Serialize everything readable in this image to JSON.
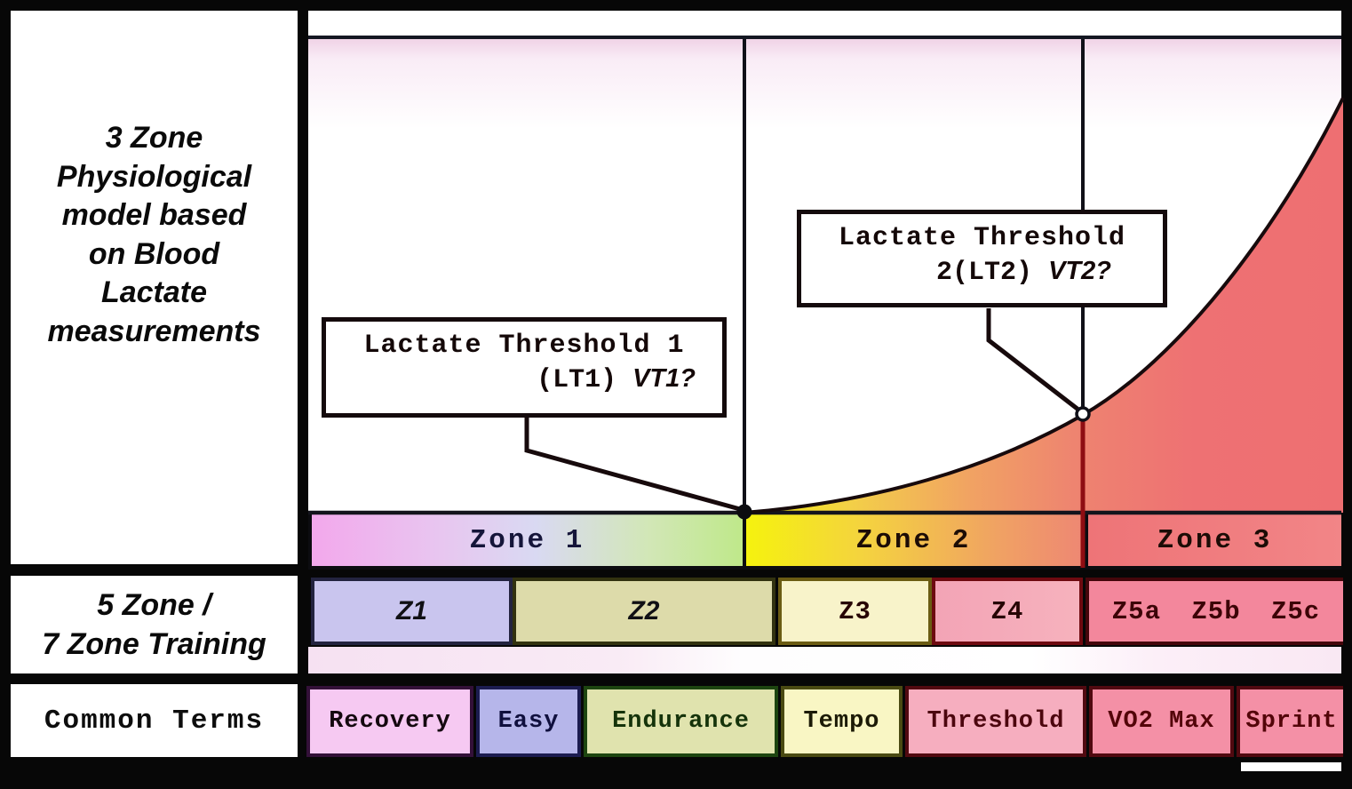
{
  "panel": {
    "model_title": "3 Zone\nPhysiological\nmodel based\non Blood\nLactate\nmeasurements",
    "training_title": "5 Zone /\n7 Zone Training",
    "common_terms_title": "Common Terms"
  },
  "callouts": {
    "lt1": {
      "line1": "Lactate Threshold 1",
      "line2": "(LT1)",
      "note": "VT1?"
    },
    "lt2": {
      "line1": "Lactate Threshold",
      "line2": "2(LT2)",
      "note": "VT2?"
    }
  },
  "physiological_zones": [
    {
      "label": "Zone 1",
      "color_left": "#f3a8ec",
      "color_right": "#bfe88a"
    },
    {
      "label": "Zone 2",
      "color_left": "#f5f20e",
      "color_right": "#ee8873"
    },
    {
      "label": "Zone 3",
      "color_left": "#ee7477",
      "color_right": "#f28587"
    }
  ],
  "training_zones": [
    {
      "label": "Z1",
      "color": "#c9c5ee"
    },
    {
      "label": "Z2",
      "color": "#dddbaa"
    },
    {
      "label": "Z3",
      "color": "#f8f3ca"
    },
    {
      "label": "Z4",
      "color": "#f3a4b6"
    },
    {
      "label": "Z5a Z5b Z5c",
      "color": "#f3879c"
    }
  ],
  "common_terms": [
    {
      "label": "Recovery",
      "color": "#f6c9f2"
    },
    {
      "label": "Easy",
      "color": "#b6b6ea"
    },
    {
      "label": "Endurance",
      "color": "#e0e3ae"
    },
    {
      "label": "Tempo",
      "color": "#f9f6c4"
    },
    {
      "label": "Threshold",
      "color": "#f6aebf"
    },
    {
      "label": "VO2 Max",
      "color": "#f490a6"
    },
    {
      "label": "Sprint",
      "color": "#f490a6"
    }
  ],
  "markers": {
    "lt1_marker": "filled-dot",
    "lt2_marker": "open-circle",
    "lt2_divider_color": "#8e0d12"
  }
}
